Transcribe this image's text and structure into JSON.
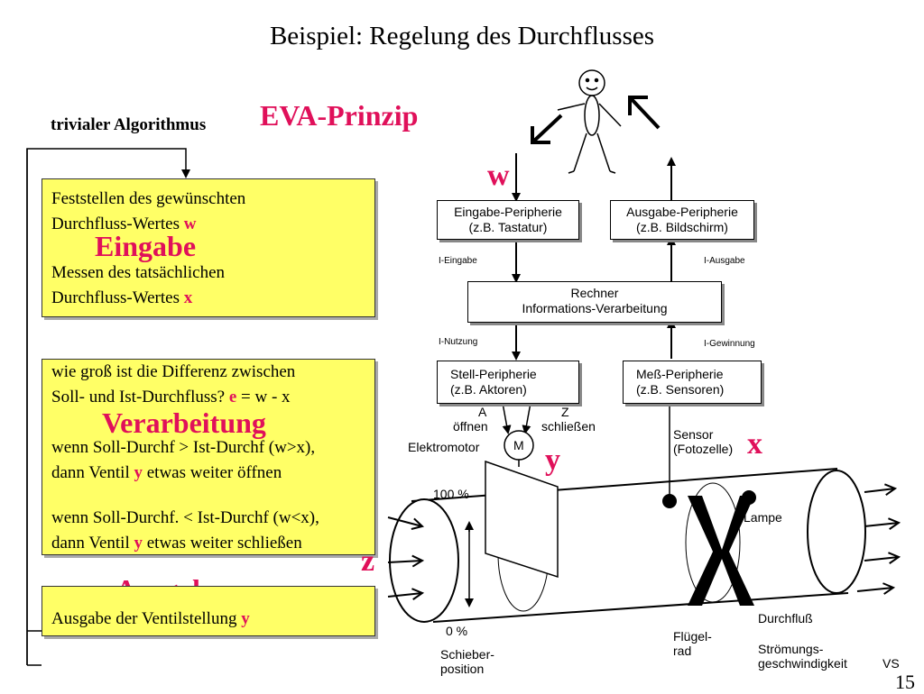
{
  "title": "Beispiel: Regelung des Durchflusses",
  "eva_heading": "EVA-Prinzip",
  "algorithm_heading": "trivialer Algorithmus",
  "box1": {
    "line1": "Feststellen des gewünschten",
    "line2_pre": "Durchfluss-Wertes ",
    "line2_var": "w",
    "section": "Eingabe",
    "line3": "Messen des tatsächlichen",
    "line4_pre": "Durchfluss-Wertes ",
    "line4_var": "x"
  },
  "box2": {
    "line1": "wie groß ist die Differenz zwischen",
    "line2_pre": "Soll- und Ist-Durchfluss? ",
    "line2_e": "e",
    "line2_post": " = w - x",
    "section": "Verarbeitung",
    "line3": "wenn Soll-Durchf > Ist-Durchf (w>x),",
    "line4_pre": "dann Ventil ",
    "line4_var": "y",
    "line4_post": " etwas weiter öffnen",
    "line5": "wenn Soll-Durchf. < Ist-Durchf (w<x),",
    "line6_pre": "dann Ventil ",
    "line6_var": "y",
    "line6_post": " etwas weiter schließen"
  },
  "box3": {
    "section": "Ausgabe",
    "line1_pre": "Ausgabe der Ventilstellung ",
    "line1_var": "y"
  },
  "symbols": {
    "w": "w",
    "e": "e",
    "x": "x",
    "y": "y",
    "z": "z"
  },
  "blocks": {
    "eingabe_l1": "Eingabe-Peripherie",
    "eingabe_l2": "(z.B.  Tastatur)",
    "ausgabe_l1": "Ausgabe-Peripherie",
    "ausgabe_l2": "(z.B.  Bildschirm)",
    "rechner_l1": "Rechner",
    "rechner_l2": "Informations-Verarbeitung",
    "stell_l1": "Stell-Peripherie",
    "stell_l2": "(z.B.  Aktoren)",
    "mess_l1": "Meß-Peripherie",
    "mess_l2": "(z.B.  Sensoren)"
  },
  "flow_labels": {
    "i_eingabe": "I-Eingabe",
    "i_ausgabe": "I-Ausgabe",
    "i_nutzung": "I-Nutzung",
    "i_gewinnung": "I-Gewinnung"
  },
  "plant": {
    "a": "A",
    "oeffnen": "öffnen",
    "z_letter": "Z",
    "schliessen": "schließen",
    "motor": "M",
    "elektromotor": "Elektromotor",
    "sensor_l1": "Sensor",
    "sensor_l2": "(Fotozelle)",
    "pct100": "100   %",
    "pct0": "0   %",
    "schieber_l1": "Schieber-",
    "schieber_l2": "position",
    "lampe": "Lampe",
    "fluegel_l1": "Flügel-",
    "fluegel_l2": "rad",
    "durchfluss": "Durchfluß",
    "stroemung_l1": "Strömungs-",
    "stroemung_l2": "geschwindigkeit",
    "vs": "VS"
  },
  "page_number": "15",
  "colors": {
    "accent": "#e0105a",
    "box_fill": "#ffff66"
  }
}
